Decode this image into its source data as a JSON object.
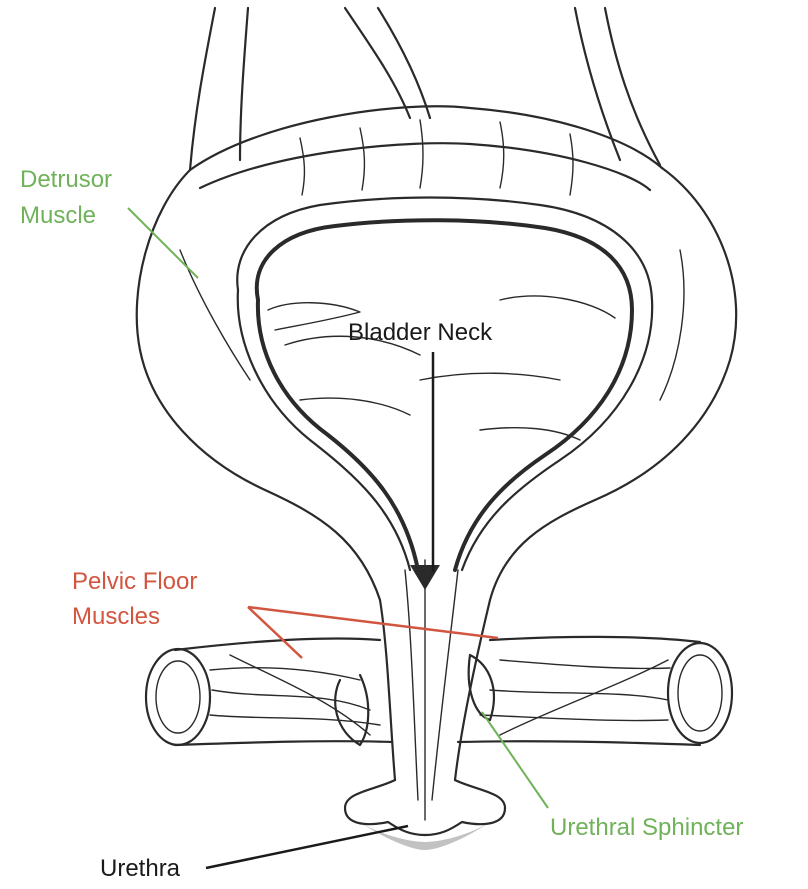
{
  "colors": {
    "green_label": "#6fb25a",
    "red_label": "#d2553f",
    "black_label": "#1a1a1a",
    "outline": "#2a2a2a"
  },
  "labels": {
    "detrusor_line1": "Detrusor",
    "detrusor_line2": "Muscle",
    "bladder_neck": "Bladder Neck",
    "pelvic_line1": "Pelvic Floor",
    "pelvic_line2": "Muscles",
    "urethral_sphincter": "Urethral Sphincter",
    "urethra": "Urethra"
  }
}
